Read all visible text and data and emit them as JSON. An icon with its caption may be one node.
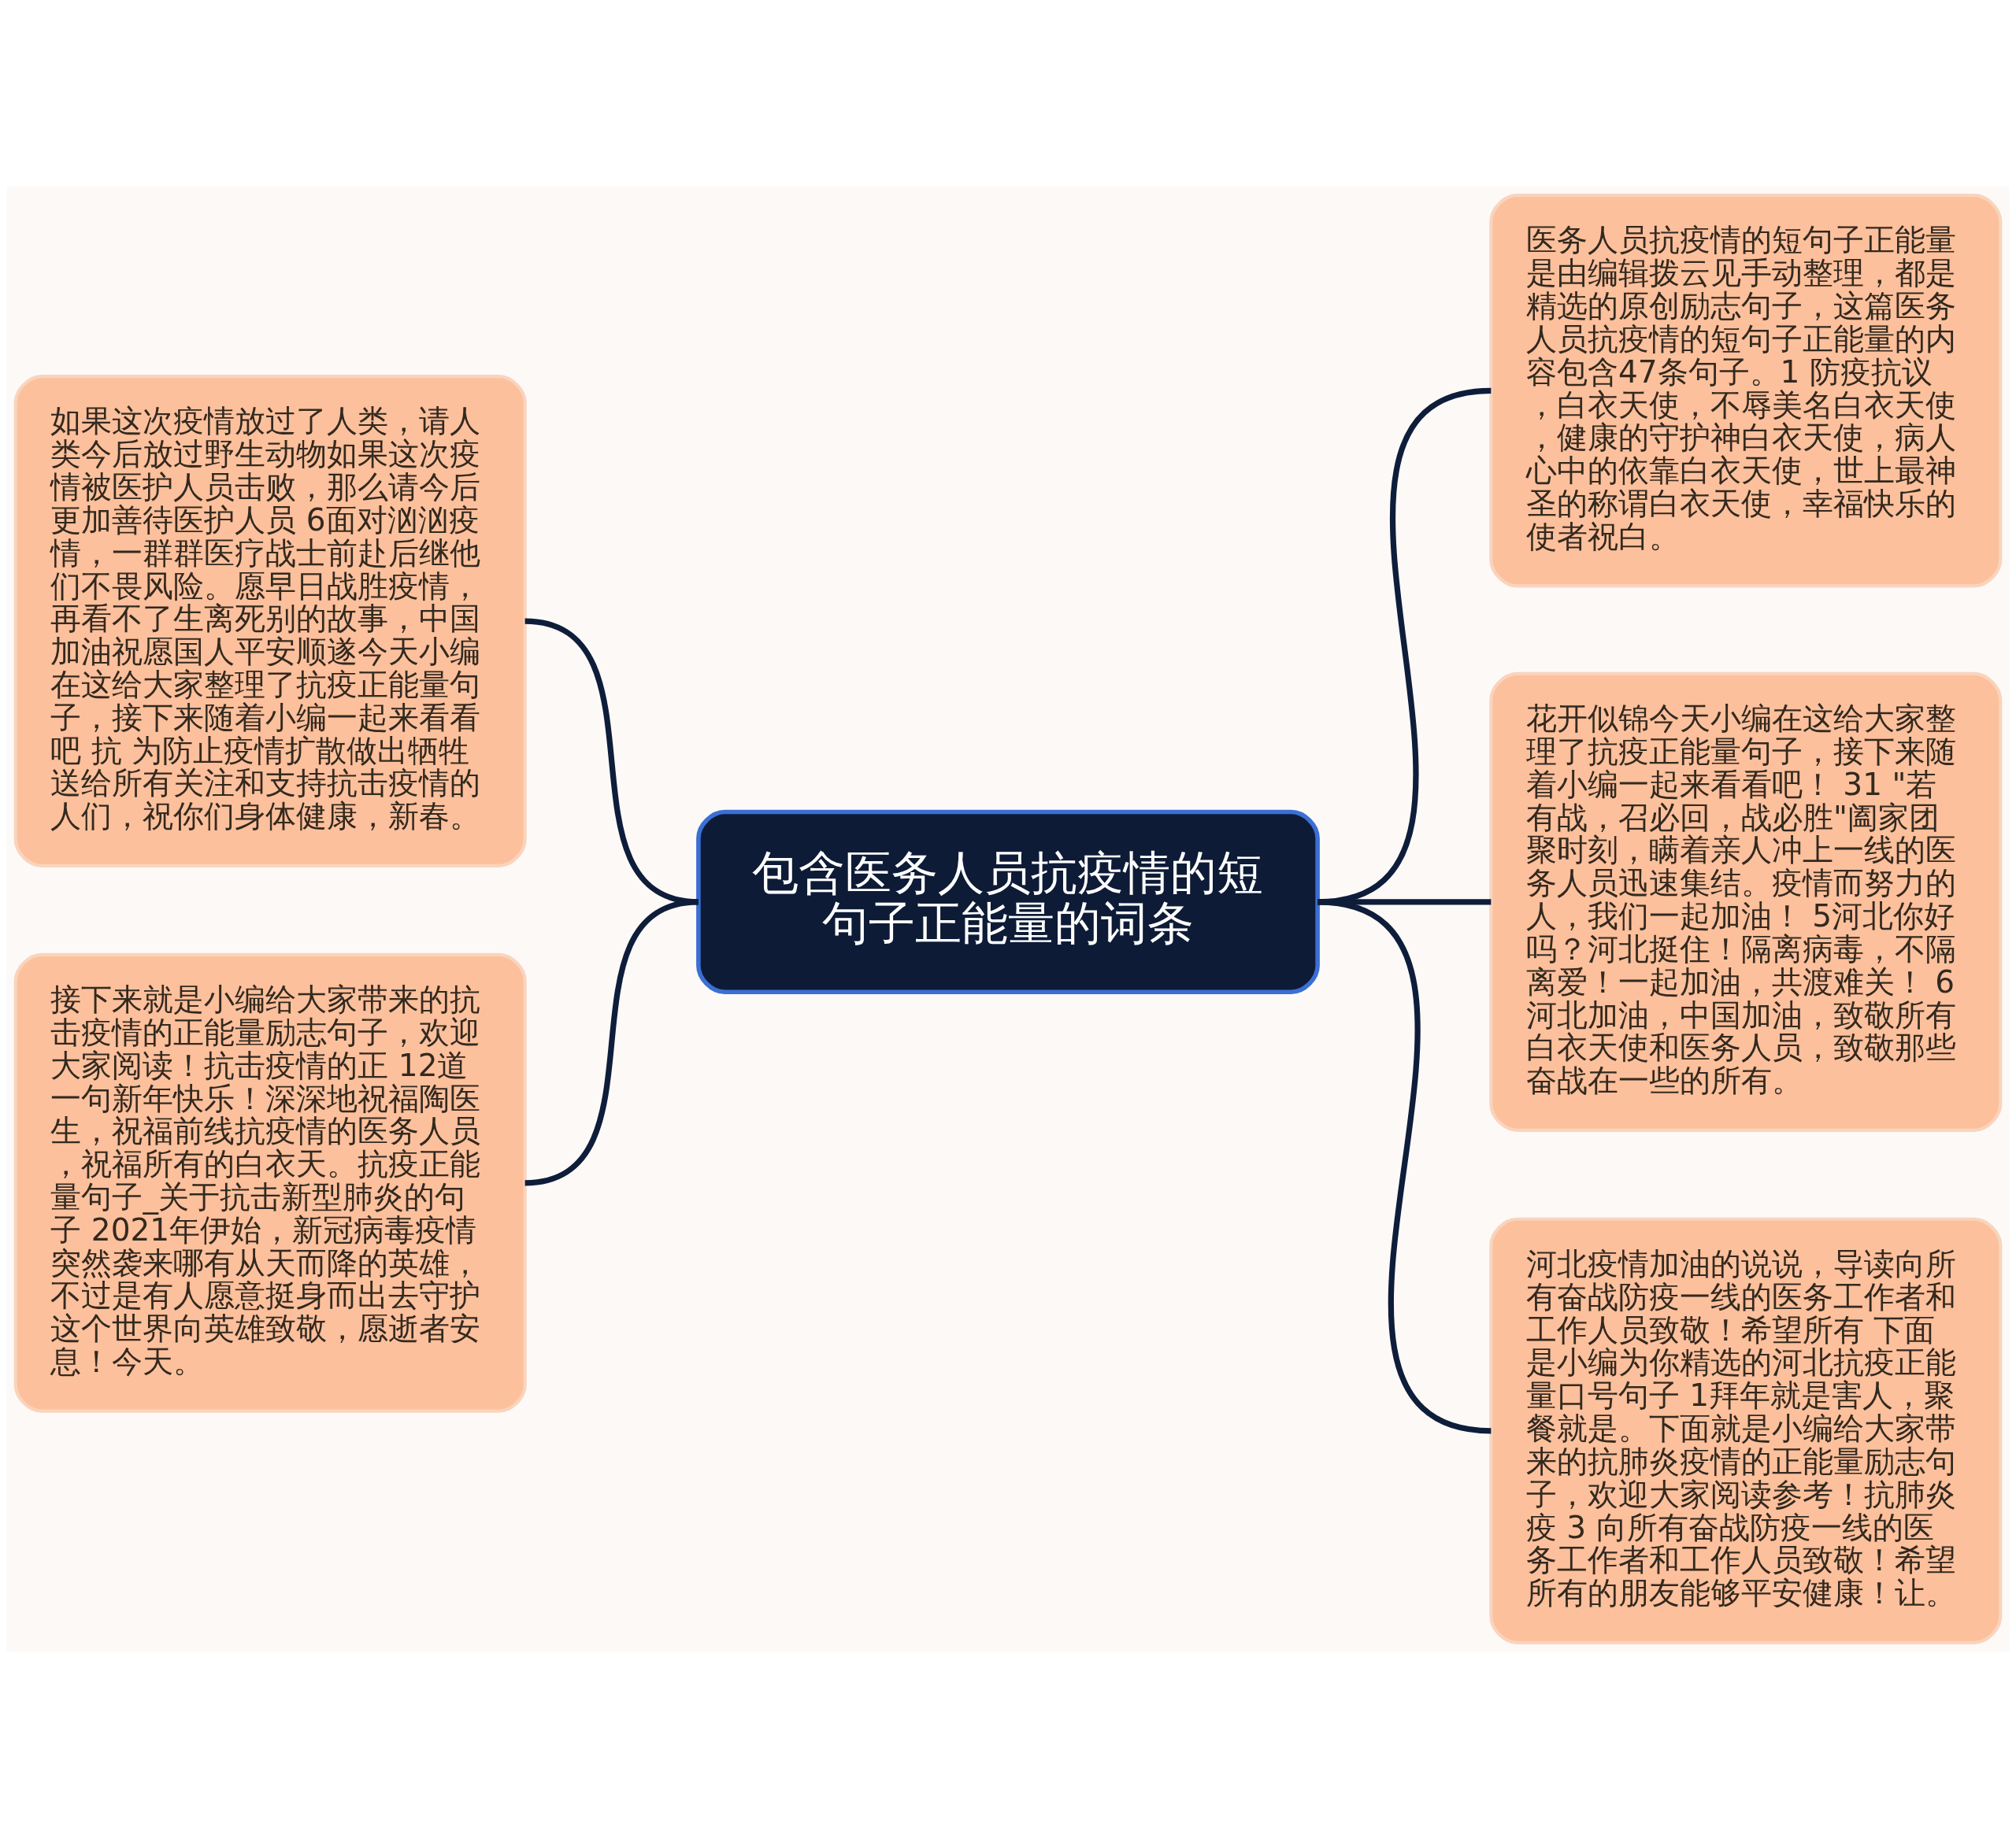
{
  "diagram": {
    "nodes": [
      {
        "text": [
          "包含医务人员抗疫情的短句子正能量的词条"
        ]
      },
      {
        "text": [
          "如果这次疫情放过了人类，请人类今后放过野生动物如果这次疫情被医护人员击败，那么请今后更加善待医护人员 6面对汹汹疫情，一群群医疗战士前赴后继他们不畏风险。愿早日战胜疫情，再看不了生离死别的故事，中国加油祝愿国人平安顺遂今天小编在这给大家整理了抗疫正能量句子，接下来随着小编一起来看看吧 抗 为防止疫情扩散做出牺牲送给所有关注和支持抗击疫情的人们，祝你们身体健康，新春。"
        ]
      },
      {
        "text": [
          "接下来就是小编给大家带来的抗击疫情的正能量励志句子，欢迎大家阅读！抗击疫情的正 12道一句新年快乐！深深地祝福陶医生，祝福前线抗疫情的医务人员，祝福所有的白衣天。抗疫正能量句子_关于抗击新型肺炎的句子 2021年伊始，新冠病毒疫情突然袭来哪有从天而降的英雄，不过是有人愿意挺身而出去守护这个世界向英雄致敬，愿逝者安息！今天。"
        ]
      },
      {
        "text": [
          "医务人员抗疫情的短句子正能量是由编辑拨云见手动整理，都是精选的原创励志句子，这篇医务人员抗疫情的短句子正能量的内容包含47条句子。1 防疫抗议，白衣天使，不辱美名白衣天使，健康的守护神白衣天使，病人心中的依靠白衣天使，世上最神圣的称谓白衣天使，幸福快乐的使者祝白。"
        ]
      },
      {
        "text": [
          "花开似锦今天小编在这给大家整理了抗疫正能量句子，接下来随着小编一起来看看吧！ 31 \"若有战，召必回，战必胜\"阖家团聚时刻，瞒着亲人冲上一线的医务人员迅速集结。疫情而努力的人，我们一起加油！ 5河北你好吗？河北挺住！隔离病毒，不隔离爱！一起加油，共渡难关！ 6河北加油，中国加油，致敬所有白衣天使和医务人员，致敬那些奋战在一些的所有。"
        ]
      },
      {
        "text": [
          "河北疫情加油的说说，导读向所有奋战防疫一线的医务工作者和工作人员致敬！希望所有 下面是小编为你精选的河北抗疫正能量口号句子 1拜年就是害人，聚餐就是。下面就是小编给大家带来的抗肺炎疫情的正能量励志句子，欢迎大家阅读参考！抗肺炎疫 3 向所有奋战防疫一线的医务工作者和工作人员致敬！希望所有的朋友能够平安健康！让。"
        ]
      }
    ],
    "edges": [
      {
        "from": 0,
        "to": 1,
        "arrow": "none"
      },
      {
        "from": 0,
        "to": 2,
        "arrow": "none"
      },
      {
        "from": 0,
        "to": 3,
        "arrow": "none"
      },
      {
        "from": 0,
        "to": 4,
        "arrow": "none"
      },
      {
        "from": 0,
        "to": 5,
        "arrow": "none"
      }
    ]
  }
}
